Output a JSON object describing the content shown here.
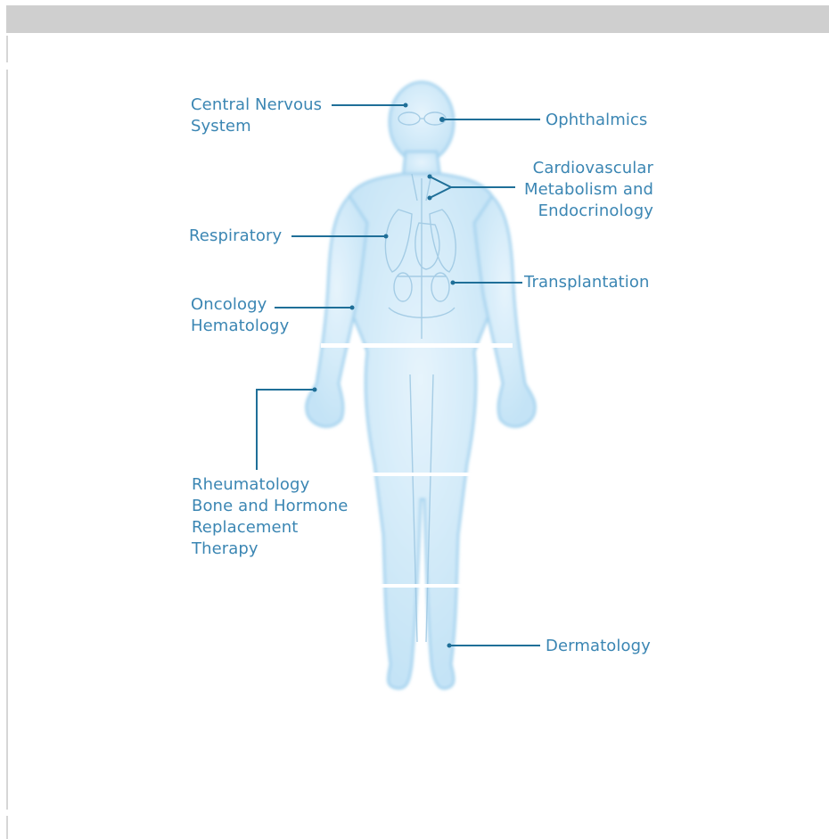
{
  "colors": {
    "label": "#3b86b3",
    "leader": "#1f6f98",
    "body_fill": "#cfe9f8",
    "body_outline": "#a7d4ef",
    "header_bar": "#cfcfcf"
  },
  "labels": {
    "cns": [
      "Central Nervous",
      "System"
    ],
    "ophthalmics": "Ophthalmics",
    "cardio": [
      "Cardiovascular",
      "Metabolism and",
      "Endocrinology"
    ],
    "respiratory": "Respiratory",
    "transplantation": "Transplantation",
    "oncology": [
      "Oncology",
      "Hematology"
    ],
    "rheumatology": [
      "Rheumatology",
      "Bone and Hormone",
      "Replacement",
      "Therapy"
    ],
    "dermatology": "Dermatology"
  }
}
